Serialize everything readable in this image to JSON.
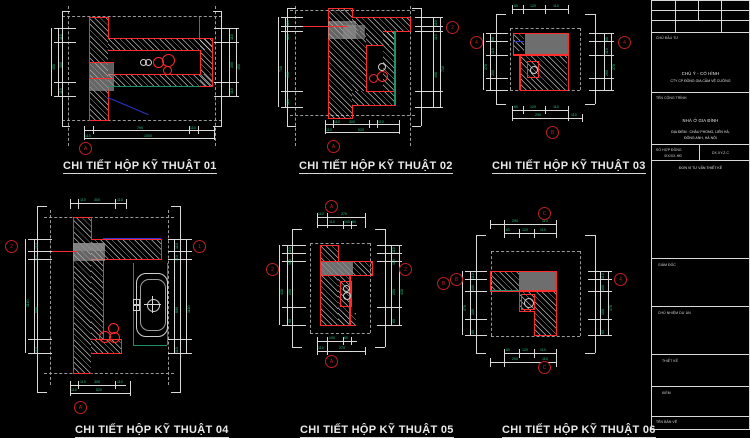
{
  "app": {
    "kind": "cad-drawing",
    "background": "#000000",
    "accent_red": "#ff2a2a",
    "accent_green": "#27c47f",
    "accent_white": "#d9d9d9",
    "accent_blue": "#2b3ad6"
  },
  "details": [
    {
      "id": "01",
      "title": "CHI TIẾT HỘP KỸ THUẬT 01",
      "bubbles": [
        "A"
      ],
      "dims_bottom": [
        "110",
        "790",
        "110",
        "1000"
      ],
      "dims_left": [
        "110",
        "300",
        "110"
      ],
      "dims_right": [
        "110",
        "300",
        "110",
        "450"
      ]
    },
    {
      "id": "02",
      "title": "CHI TIẾT HỘP KỸ THUẬT 02",
      "bubbles": [
        "A",
        "2"
      ],
      "dims_bottom": [
        "110",
        "300",
        "110",
        "520"
      ],
      "dims_left": [
        "110",
        "110",
        "490",
        "710"
      ],
      "dims_right": [
        "110",
        "110",
        "490",
        "710"
      ]
    },
    {
      "id": "03",
      "title": "CHI TIẾT HỘP KỸ THUẬT 03",
      "bubbles": [
        "4",
        "4",
        "B"
      ],
      "dims_top": [
        "60",
        "120",
        "110"
      ],
      "dims_bottom": [
        "60",
        "120",
        "110",
        "290",
        "110"
      ],
      "dims_left": [
        "60",
        "110",
        "200",
        "370"
      ],
      "dims_right": [
        "60",
        "110",
        "200",
        "370"
      ]
    },
    {
      "id": "04",
      "title": "CHI TIẾT HỘP KỸ THUẬT 04",
      "bubbles": [
        "2",
        "1",
        "A"
      ],
      "dims_top": [
        "110",
        "300",
        "110"
      ],
      "dims_bottom": [
        "110",
        "300",
        "110",
        "520"
      ],
      "dims_left": [
        "110",
        "110",
        "590",
        "1110"
      ],
      "dims_right": [
        "110",
        "110",
        "890",
        "1110",
        "110"
      ]
    },
    {
      "id": "05",
      "title": "CHI TIẾT HỘP KỸ THUẬT 05",
      "bubbles": [
        "A",
        "A",
        "2",
        "2",
        "B"
      ],
      "dims_top": [
        "110",
        "270",
        "110",
        "100",
        "60"
      ],
      "dims_bottom": [
        "110",
        "100",
        "60",
        "110",
        "270"
      ],
      "dims_left": [
        "110",
        "110",
        "200",
        "60",
        "430"
      ],
      "dims_right": [
        "110",
        "110",
        "200",
        "60",
        "430"
      ]
    },
    {
      "id": "06",
      "title": "CHI TIẾT HỘP KỸ THUẬT 06",
      "bubbles": [
        "C",
        "C",
        "B",
        "4"
      ],
      "dims_top": [
        "290",
        "110",
        "60",
        "120",
        "110"
      ],
      "dims_bottom": [
        "60",
        "120",
        "110",
        "290",
        "110"
      ],
      "dims_left": [
        "110",
        "100",
        "100",
        "60",
        "370"
      ],
      "dims_right": [
        "110",
        "100",
        "100",
        "60",
        "370"
      ]
    }
  ],
  "title_block": {
    "owner_label": "CHỦ ĐẦU TƯ",
    "owner_line1": "CHÚ Ý - CÓ HÌNH",
    "owner_line2": "CTY CP ĐỒNG GIA CẦM VỆ CƯỜNG",
    "project_label": "TÊN CÔNG TRÌNH",
    "project_name": "NHÀ Ở GIA ĐÌNH",
    "address_line1": "ĐỊA ĐIỂM : CHÂU PHONG, LIÊN HÀ,",
    "address_line2": "ĐÔNG ANH, HÀ NỘI",
    "contract_label": "SỐ HỢP ĐỒNG",
    "contract_value": "/XX/XX-HĐ",
    "contract_code": "DX.XY.Z.C",
    "consultant_label": "ĐƠN VỊ TƯ VẤN THIẾT KẾ",
    "director_label": "GIÁM ĐỐC",
    "manager_label": "CHỦ NHIỆM DỰ ÁN",
    "designer_label": "THIẾT KẾ",
    "checker_label": "KIỂM",
    "drawing_name_label": "TÊN BẢN VẼ"
  }
}
